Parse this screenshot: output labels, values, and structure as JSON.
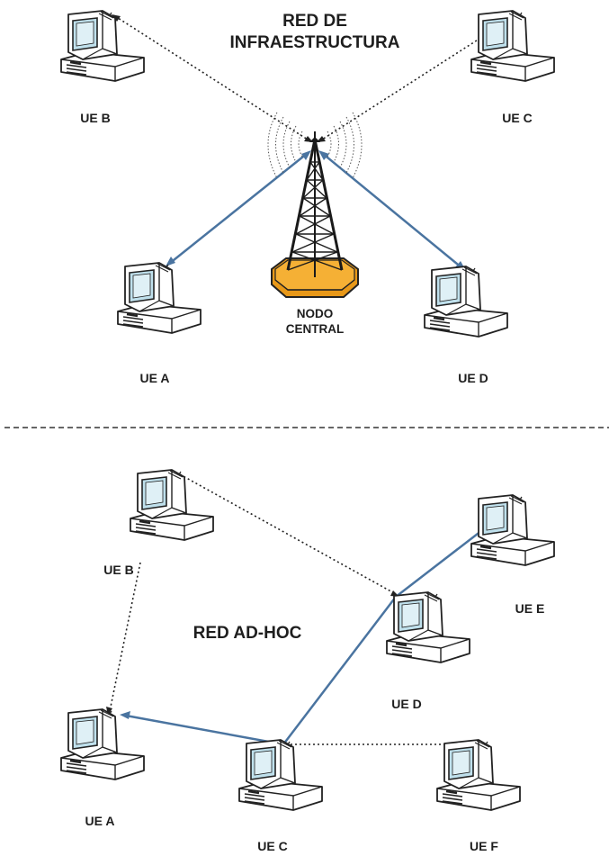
{
  "titles": {
    "infra_line1": "RED DE",
    "infra_line2": "INFRAESTRUCTURA",
    "adhoc": "RED AD-HOC"
  },
  "tower": {
    "line1": "NODO",
    "line2": "CENTRAL"
  },
  "infrastructure": {
    "ue_b": "UE B",
    "ue_c": "UE C",
    "ue_a": "UE A",
    "ue_d": "UE D"
  },
  "adhoc": {
    "ue_b": "UE B",
    "ue_e": "UE E",
    "ue_d": "UE D",
    "ue_a": "UE A",
    "ue_c": "UE C",
    "ue_f": "UE F"
  },
  "colors": {
    "solid_link": "#4a74a0",
    "dotted_link": "#222222",
    "tower_base": "#f0a020",
    "screen": "#bfe0ec",
    "separator": "#333333"
  }
}
